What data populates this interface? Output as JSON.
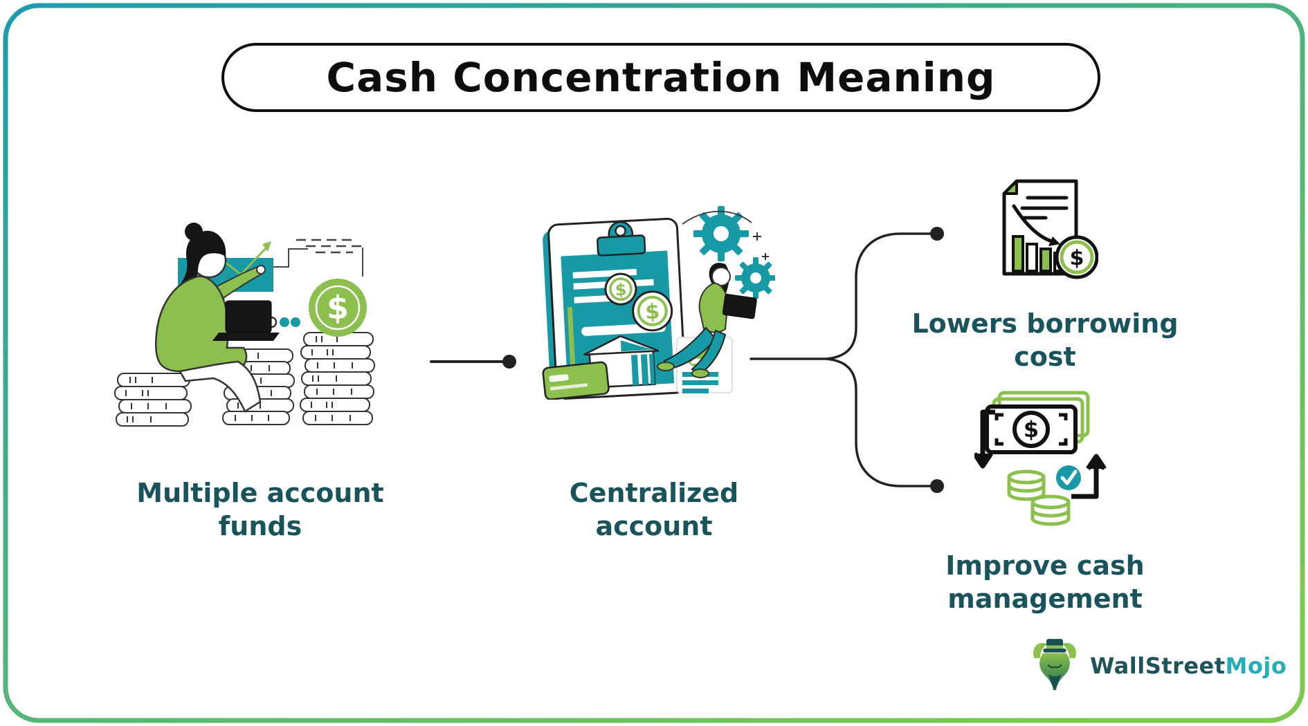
{
  "header": {
    "title": "Cash Concentration Meaning"
  },
  "flow": {
    "source": {
      "label": "Multiple account funds",
      "illustration": "woman-with-laptop-coin-stacks"
    },
    "center": {
      "label": "Centralized account",
      "illustration": "clipboard-bank-account"
    },
    "outcomes": [
      {
        "label": "Lowers borrowing cost",
        "icon": "declining-chart-document-dollar-coin"
      },
      {
        "label": "Improve cash management",
        "icon": "banknote-coins-check-arrows"
      }
    ]
  },
  "glyphs": {
    "dollar": "$"
  },
  "brand": {
    "primary": "WallStreet",
    "accent": "Mojo",
    "logo": "bull-with-top-hat"
  },
  "colors": {
    "teal": "#1899A6",
    "green": "#8CBF4D",
    "dark_teal_text": "#19535C",
    "line_black": "#222222",
    "logo_primary": "#1D535B",
    "logo_accent": "#25AEBA",
    "border_start": "#1B9BAD",
    "border_end": "#7FC94F"
  }
}
